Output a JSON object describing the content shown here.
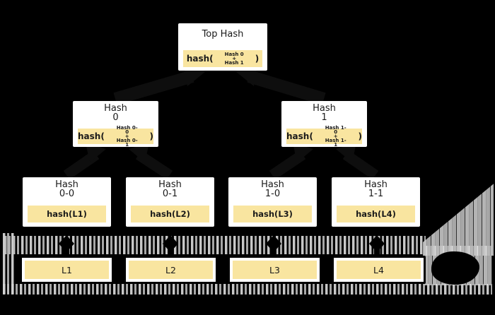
{
  "palette": {
    "background": "#000000",
    "node_fill": "#ffffff",
    "formula_fill": "#f9e5a0",
    "text_color": "#1a1a1a"
  },
  "tree": {
    "root": {
      "title": "Top Hash",
      "fn_open": "hash(",
      "arg1": "Hash 0",
      "op": "+",
      "arg2": "Hash 1",
      "fn_close": ")"
    },
    "branches": [
      {
        "title_line1": "Hash",
        "title_line2": "0",
        "fn_open": "hash(",
        "arg1": "Hash 0-0",
        "op": "+",
        "arg2": "Hash 0-1",
        "fn_close": ")"
      },
      {
        "title_line1": "Hash",
        "title_line2": "1",
        "fn_open": "hash(",
        "arg1": "Hash 1-0",
        "op": "+",
        "arg2": "Hash 1-1",
        "fn_close": ")"
      }
    ],
    "leaf_hashes": [
      {
        "title_line1": "Hash",
        "title_line2": "0-0",
        "formula": "hash(L1)"
      },
      {
        "title_line1": "Hash",
        "title_line2": "0-1",
        "formula": "hash(L2)"
      },
      {
        "title_line1": "Hash",
        "title_line2": "1-0",
        "formula": "hash(L3)"
      },
      {
        "title_line1": "Hash",
        "title_line2": "1-1",
        "formula": "hash(L4)"
      }
    ],
    "data_blocks": [
      {
        "label": "L1"
      },
      {
        "label": "L2"
      },
      {
        "label": "L3"
      },
      {
        "label": "L4"
      }
    ]
  }
}
